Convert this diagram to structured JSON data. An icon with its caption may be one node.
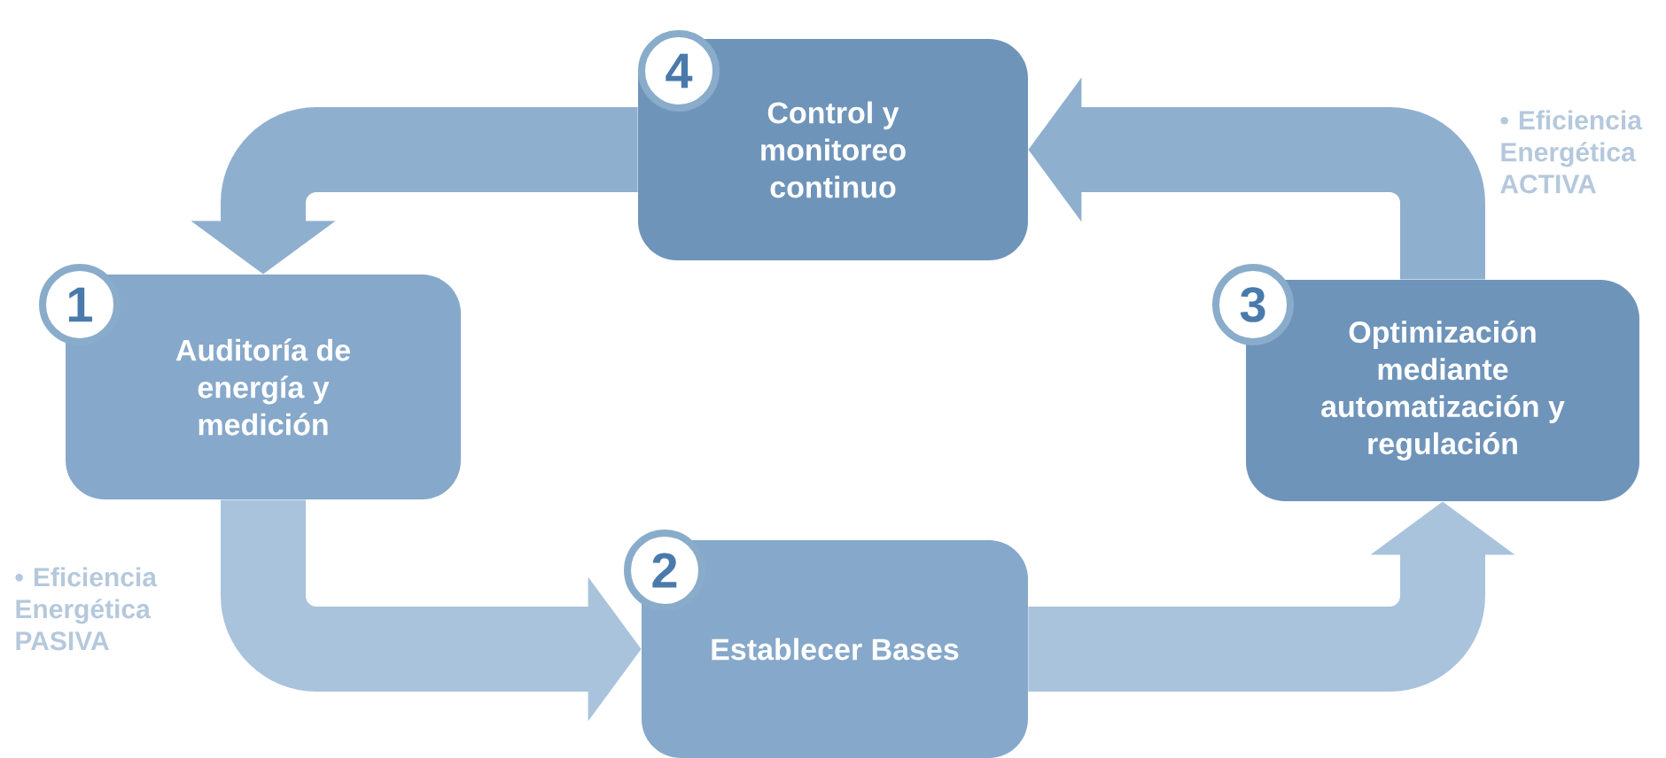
{
  "diagram": {
    "nodes": [
      {
        "text": [
          "1",
          "Auditoría de energía y medición"
        ]
      },
      {
        "text": [
          "2",
          "Establecer Bases"
        ]
      },
      {
        "text": [
          "3",
          "Optimización mediante automatización y regulación"
        ]
      },
      {
        "text": [
          "4",
          "Control y monitoreo continuo"
        ]
      }
    ],
    "edges": [
      {
        "from": 0,
        "to": 1,
        "arrow": "to",
        "color": "#a9c3dc"
      },
      {
        "from": 1,
        "to": 2,
        "arrow": "to",
        "color": "#a9c3dc"
      },
      {
        "from": 2,
        "to": 3,
        "arrow": "to",
        "color": "#8fafcf"
      },
      {
        "from": 3,
        "to": 0,
        "arrow": "to",
        "color": "#8fafcf"
      }
    ],
    "labels": [
      "• Eficiencia Energética ACTIVA",
      "• Eficiencia Energética PASIVA"
    ]
  }
}
